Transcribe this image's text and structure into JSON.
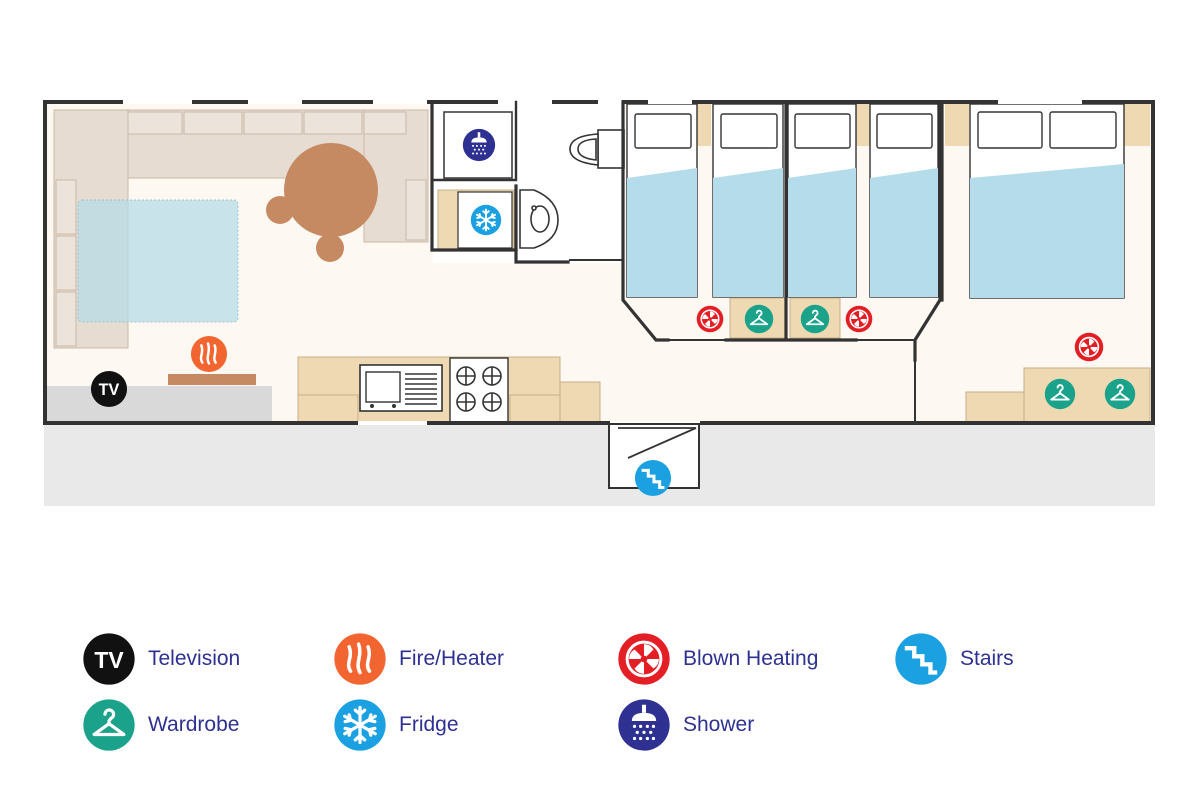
{
  "floorplan": {
    "icons": {
      "tv_text": "TV"
    }
  },
  "legend": {
    "items": [
      {
        "key": "tv",
        "label": "Television",
        "icon": "tv-icon",
        "color": "#111111"
      },
      {
        "key": "fire",
        "label": "Fire/Heater",
        "icon": "flame-icon",
        "color": "#f26531"
      },
      {
        "key": "blown",
        "label": "Blown Heating",
        "icon": "fan-icon",
        "color": "#e31e24"
      },
      {
        "key": "stairs",
        "label": "Stairs",
        "icon": "stairs-icon",
        "color": "#1ba1e2"
      },
      {
        "key": "wardrobe",
        "label": "Wardrobe",
        "icon": "hanger-icon",
        "color": "#1aa38a"
      },
      {
        "key": "fridge",
        "label": "Fridge",
        "icon": "snowflake-icon",
        "color": "#1ba1e2"
      },
      {
        "key": "shower",
        "label": "Shower",
        "icon": "shower-icon",
        "color": "#2e3192"
      }
    ]
  },
  "colors": {
    "wall": "#333333",
    "floor": "#fdf8f1",
    "sofa": "#e6dcd2",
    "rug": "#b5dce6",
    "bed": "#b4dcea",
    "wood": "#eed9b3",
    "table": "#c68a62",
    "text": "#2e3192"
  }
}
